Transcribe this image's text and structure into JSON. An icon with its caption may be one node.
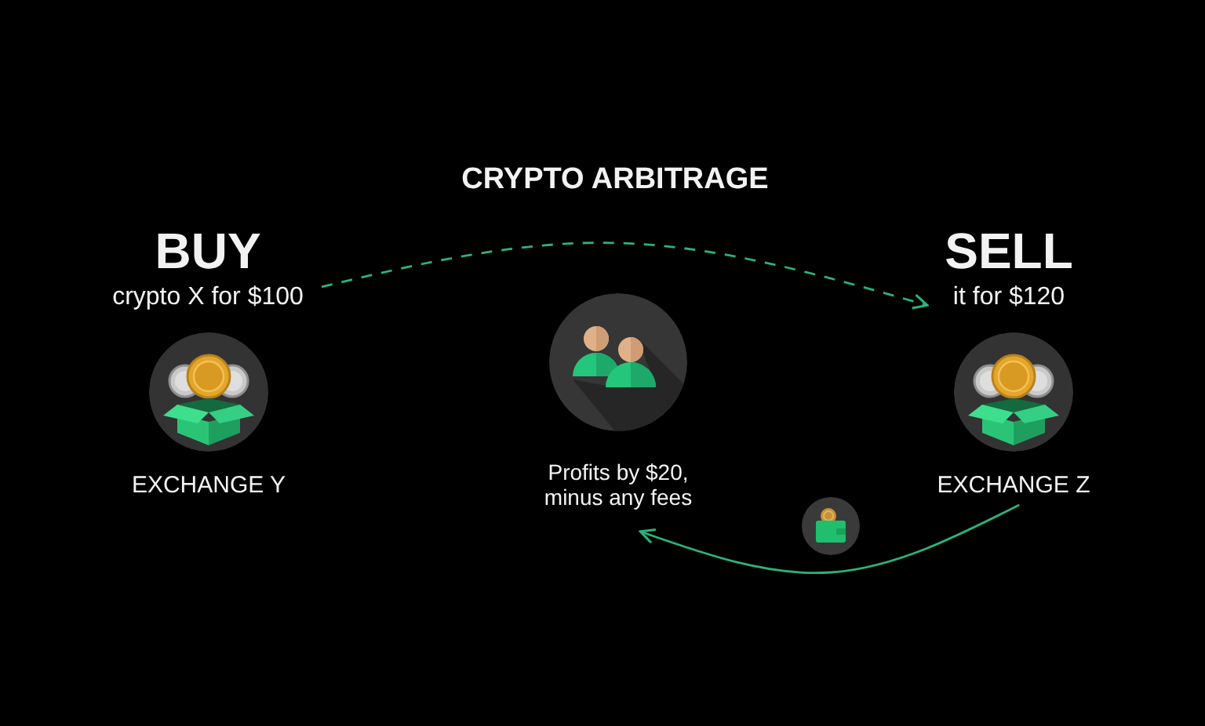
{
  "diagram": {
    "title": "CRYPTO ARBITRAGE",
    "nodes": [
      {
        "text": [
          "BUY",
          "crypto X for $100"
        ]
      },
      {
        "text": [],
        "shape": "picture",
        "beside": [
          "EXCHANGE Y"
        ]
      },
      {
        "text": [],
        "shape": "picture"
      },
      {
        "text": [
          "Profits by $20, minus any fees"
        ]
      },
      {
        "text": [
          "SELL",
          "it for $120"
        ]
      },
      {
        "text": [],
        "shape": "picture",
        "beside": [
          "EXCHANGE Z"
        ]
      }
    ],
    "edges": [
      {
        "from": 0,
        "to": 4,
        "arrow": "to",
        "style": "dashed"
      },
      {
        "from": 5,
        "to": 3,
        "arrow": "to"
      }
    ]
  }
}
